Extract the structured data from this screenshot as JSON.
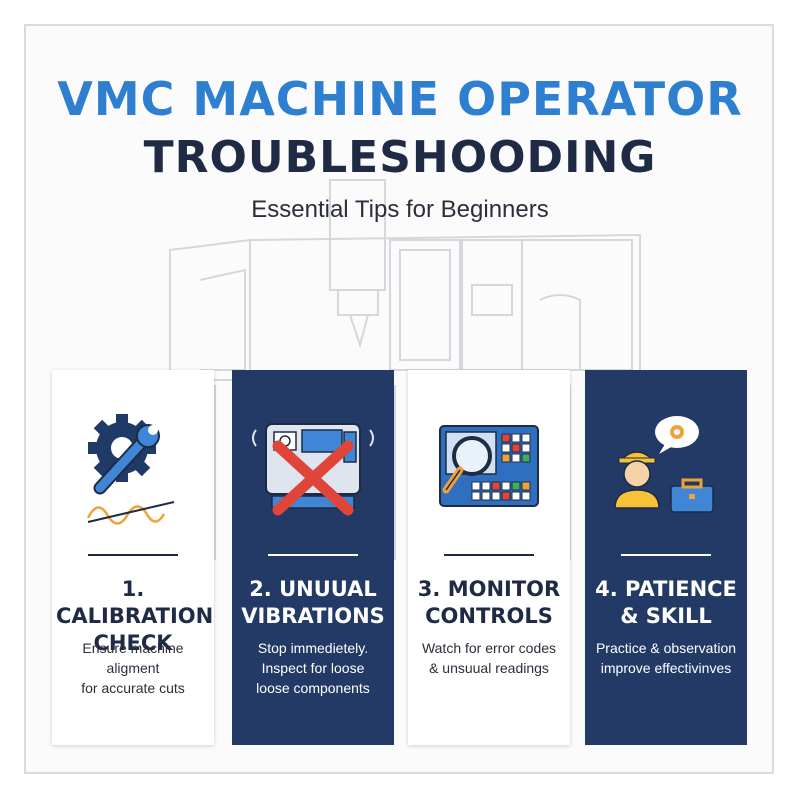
{
  "header": {
    "title_line1": "VMC MACHINE OPERATOR",
    "title_line2": "TROUBLESHOODING",
    "subtitle": "Essential Tips for Beginners"
  },
  "cards": [
    {
      "heading": "1. CALIBRATION\nCHECK",
      "description": "Ensure machine aligment\nfor accurate cuts",
      "icon": "wrench-gear-icon",
      "theme": "light"
    },
    {
      "heading": "2. UNUUAL\nVIBRATIONS",
      "description": "Stop immedietely.\nInspect for loose\nloose components",
      "icon": "machine-vibration-x-icon",
      "theme": "dark"
    },
    {
      "heading": "3. MONITOR\nCONTROLS",
      "description": "Watch for error codes\n& unsuual readings",
      "icon": "control-panel-magnifier-icon",
      "theme": "light"
    },
    {
      "heading": "4. PATIENCE\n& SKILL",
      "description": "Practice & observation\nimprove effectivinves",
      "icon": "operator-toolbox-icon",
      "theme": "dark"
    }
  ],
  "colors": {
    "accent_blue": "#2f7fd0",
    "navy": "#1f2b45",
    "card_dark": "#223a65",
    "warning_red": "#e0453a",
    "orange": "#f0a23a"
  }
}
